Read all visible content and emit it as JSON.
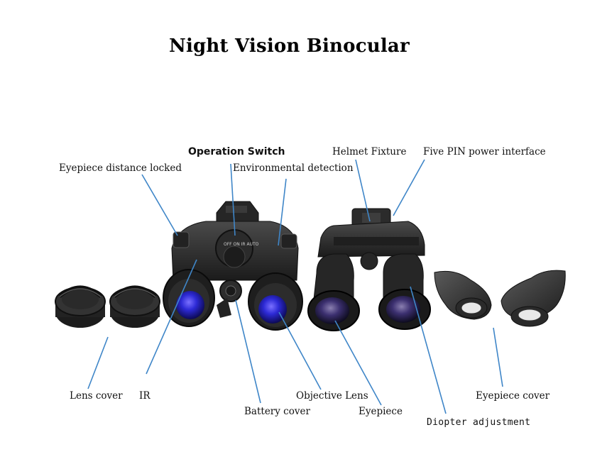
{
  "title": "Night Vision Binocular",
  "labels": {
    "operation_switch": "Operation Switch",
    "eyepiece_distance_locked": "Eyepiece distance locked",
    "environmental_detection": "Environmental detection",
    "helmet_fixture": "Helmet Fixture",
    "five_pin_power_interface": "Five PIN power interface",
    "lens_cover": "Lens cover",
    "ir": "IR",
    "battery_cover": "Battery cover",
    "objective_lens": "Objective Lens",
    "eyepiece": "Eyepiece",
    "eyepiece_cover": "Eyepiece cover",
    "diopter_adjustment": "Diopter adjustment"
  },
  "switch_markings": "OFF ON IR AUTO",
  "colors": {
    "leader_line": "#3f86c8",
    "lens_blue": "#2d2ad6",
    "lens_violet": "#3c3070",
    "device_body": "#2a2a2a"
  }
}
